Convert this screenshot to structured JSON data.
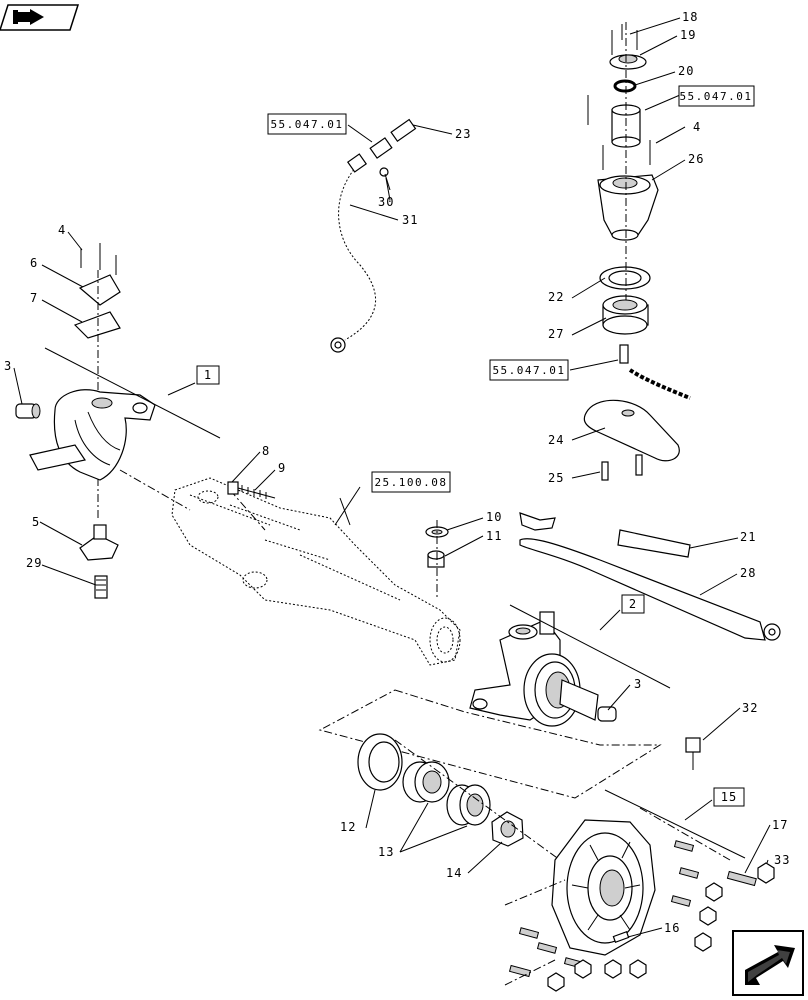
{
  "labels": {
    "l1": "1",
    "l2": "2",
    "l3a": "3",
    "l3b": "3",
    "l4a": "4",
    "l4b": "4",
    "l5": "5",
    "l6": "6",
    "l7": "7",
    "l8": "8",
    "l9": "9",
    "l10": "10",
    "l11": "11",
    "l12": "12",
    "l13": "13",
    "l14": "14",
    "l15": "15",
    "l16": "16",
    "l17": "17",
    "l18": "18",
    "l19": "19",
    "l20": "20",
    "l21": "21",
    "l22": "22",
    "l23": "23",
    "l24": "24",
    "l25": "25",
    "l26": "26",
    "l27": "27",
    "l28": "28",
    "l29": "29",
    "l30": "30",
    "l31": "31",
    "l32": "32",
    "l33": "33"
  },
  "references": {
    "ref_top": "55.047.01",
    "ref_left": "55.047.01",
    "ref_mid": "55.047.01",
    "ref_axle": "25.100.08"
  },
  "icons": {
    "top_left": "book-arrow-icon",
    "bottom_right": "next-page-arrow-icon"
  }
}
